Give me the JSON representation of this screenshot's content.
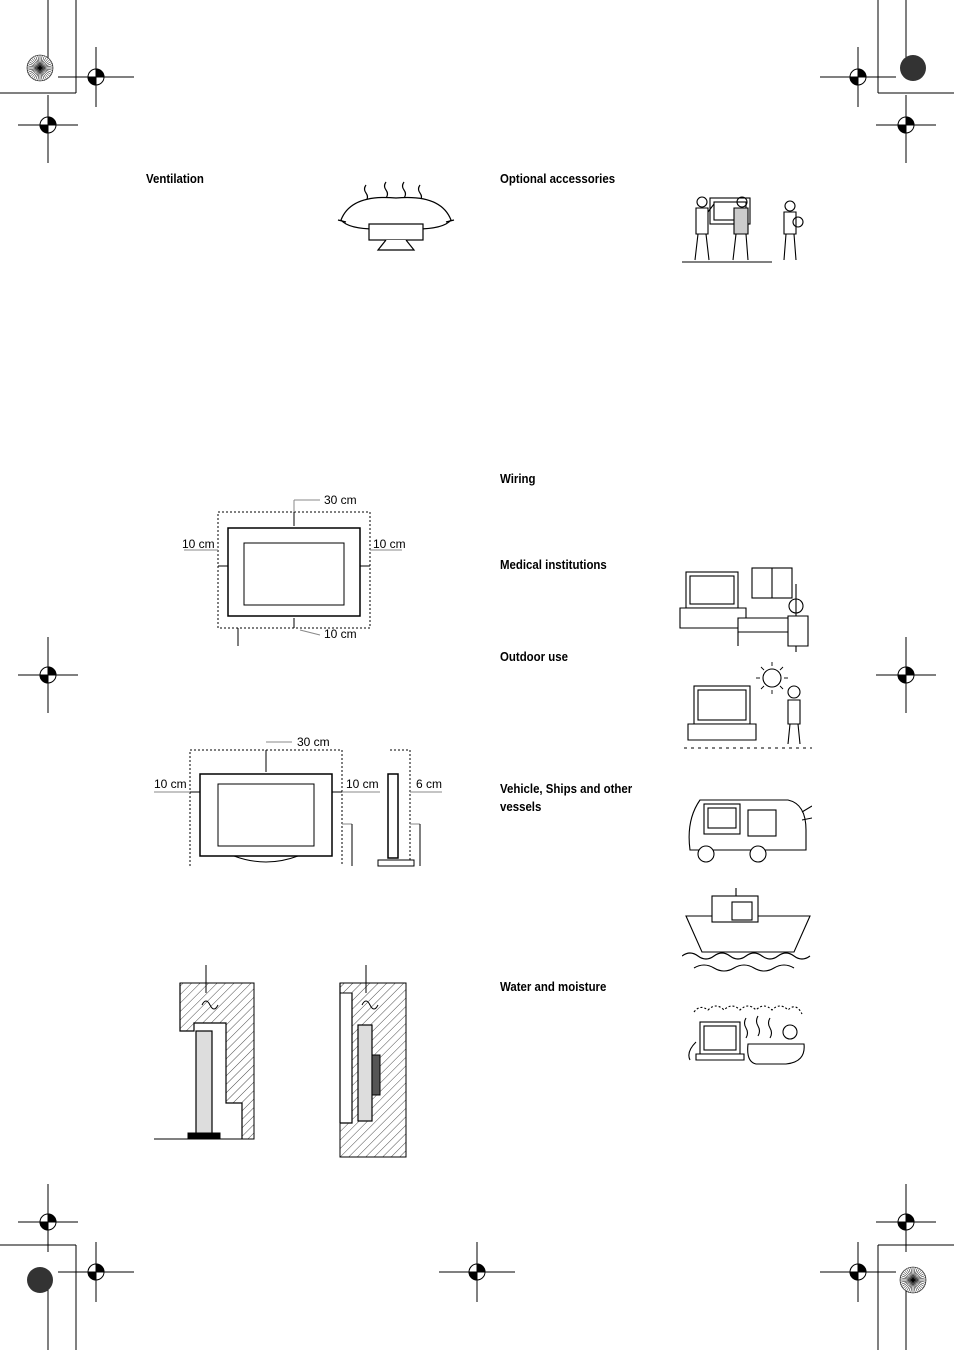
{
  "left_column": {
    "ventilation_heading": "Ventilation"
  },
  "right_column": {
    "optional_accessories_heading": "Optional accessories",
    "wiring_heading": "Wiring",
    "medical_institutions_heading": "Medical institutions",
    "outdoor_use_heading": "Outdoor use",
    "vehicle_heading": "Vehicle, Ships and other vessels",
    "water_heading": "Water and moisture"
  },
  "diagram_stand": {
    "top": "30 cm",
    "left": "10 cm",
    "right": "10 cm",
    "bottom": "10 cm"
  },
  "diagram_wall": {
    "top": "30 cm",
    "left": "10 cm",
    "right": "10 cm",
    "side": "6 cm"
  }
}
